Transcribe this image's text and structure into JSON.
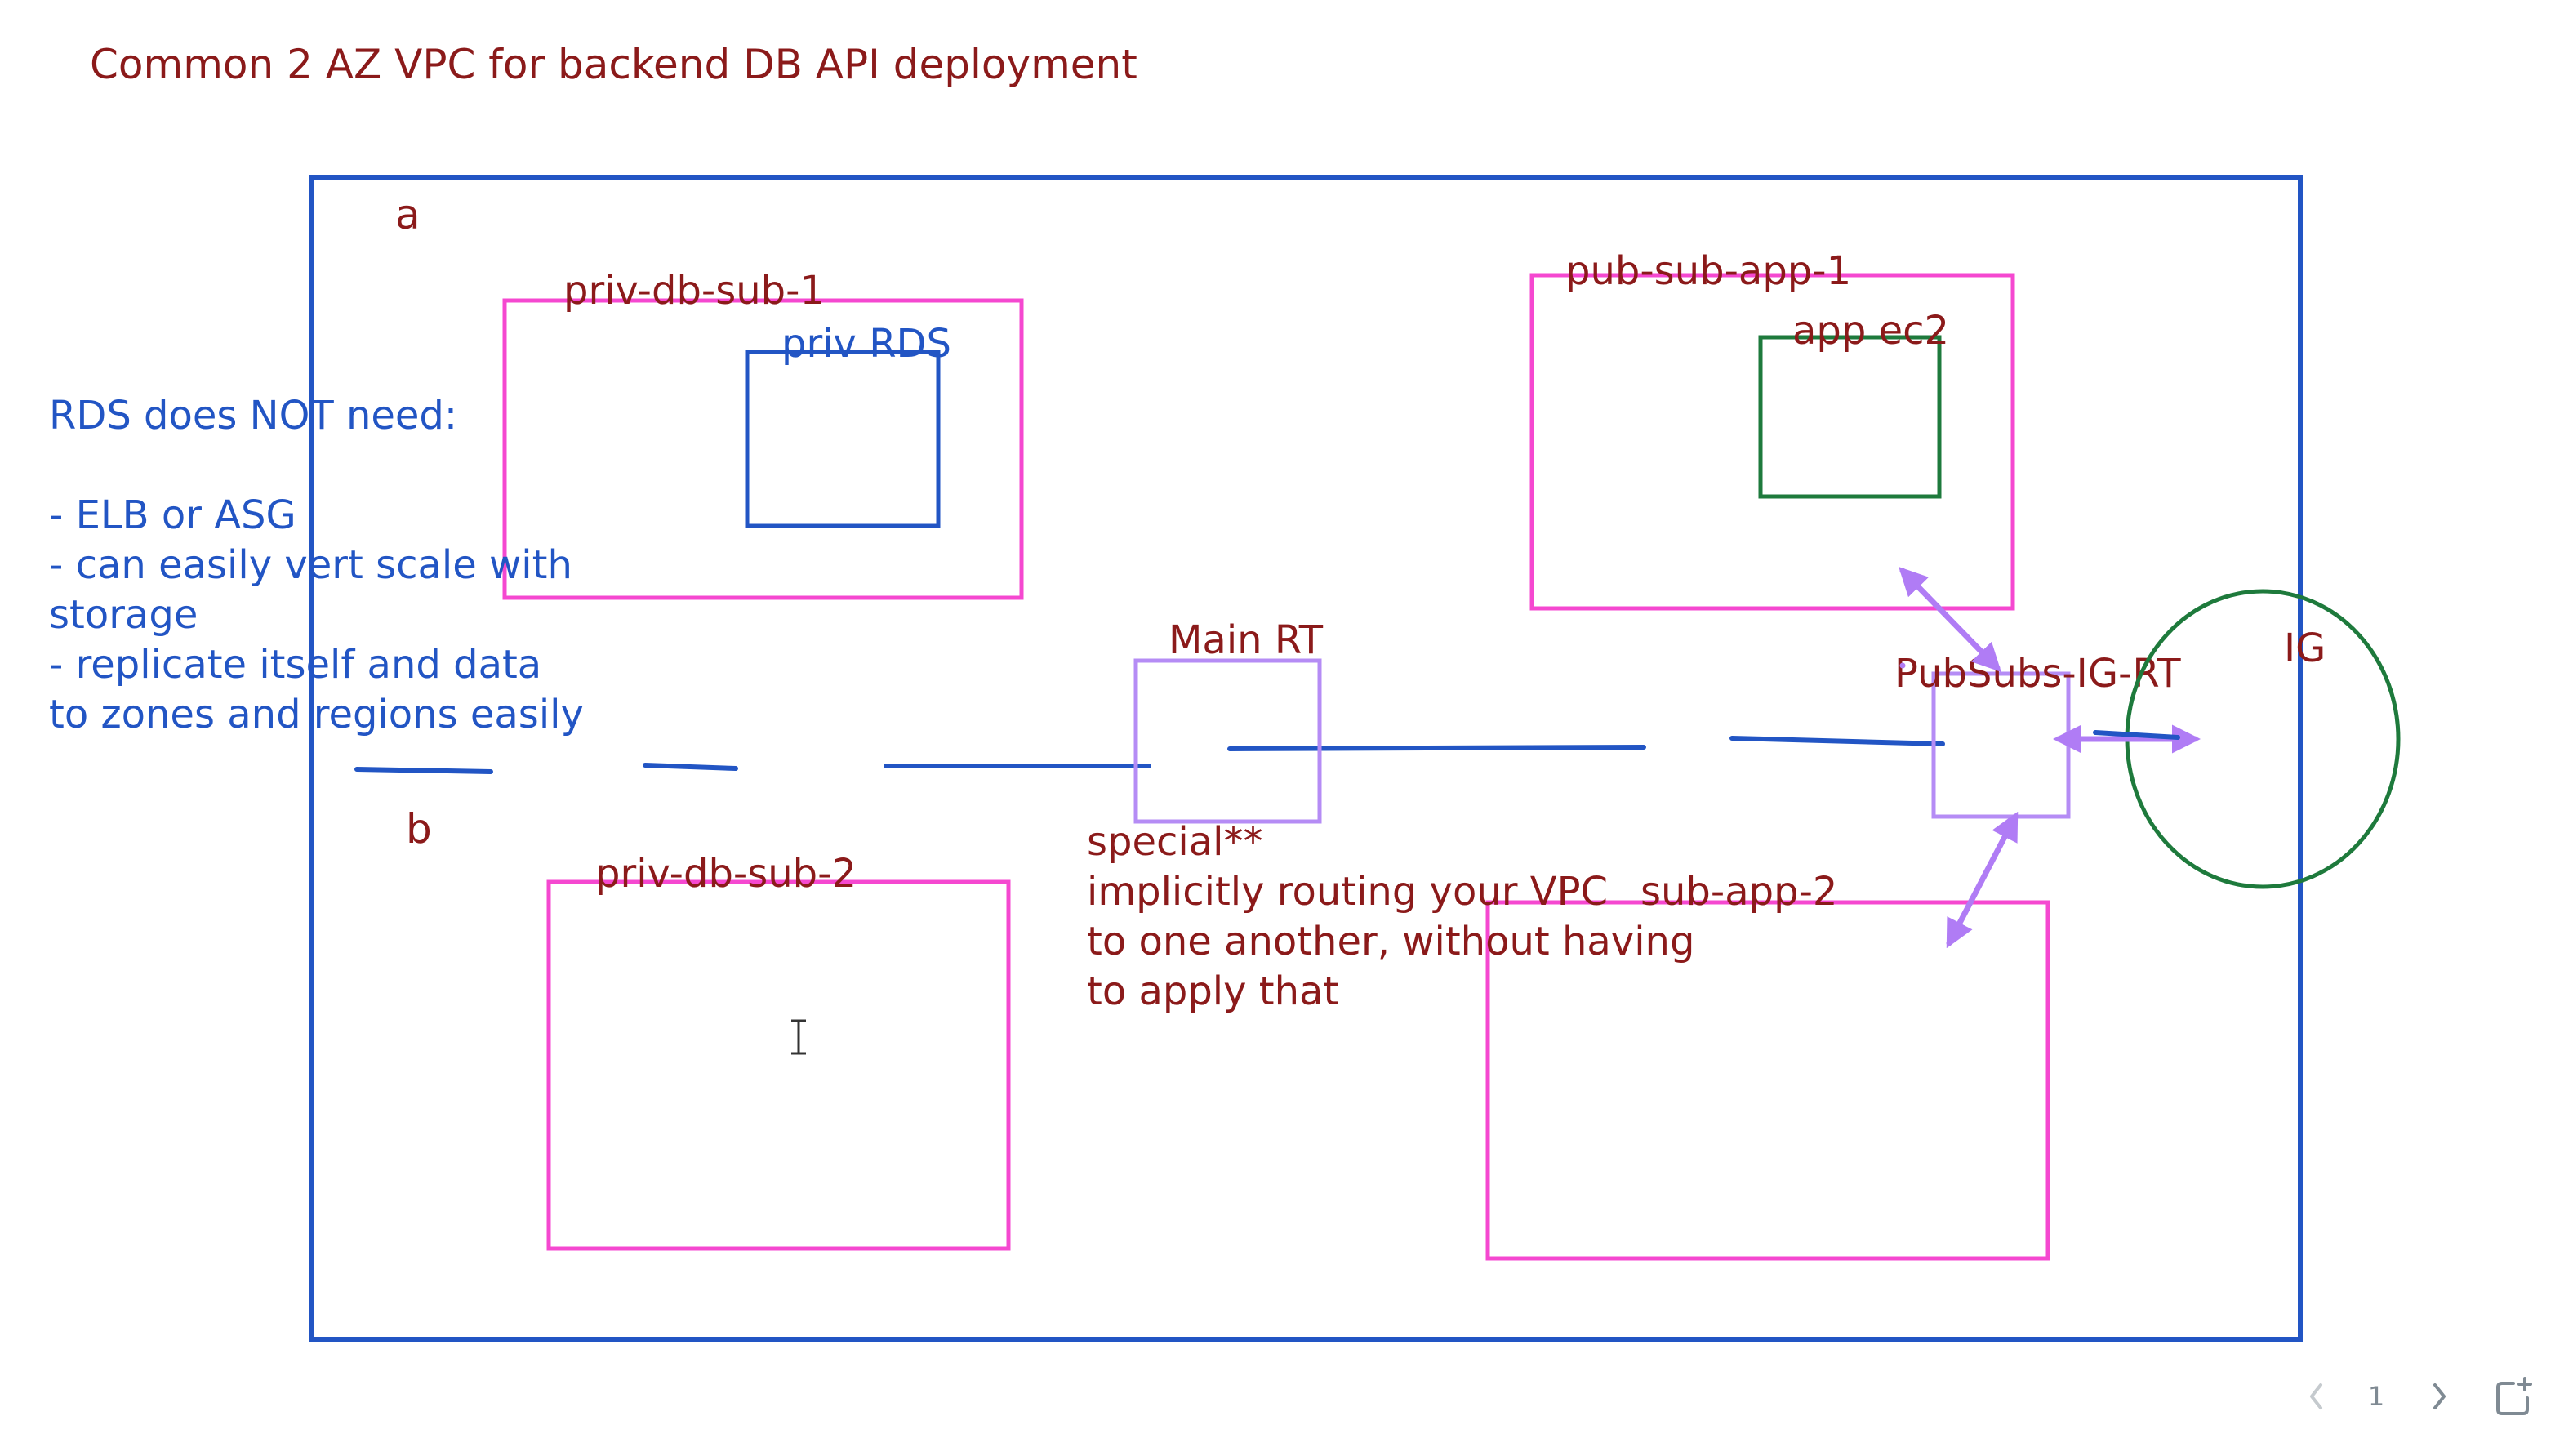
{
  "title": "Common 2 AZ VPC for backend DB API deployment",
  "colors": {
    "ink_dark_red": "#8b1a1a",
    "vpc_blue": "#2255c4",
    "subnet_pink": "#f548d0",
    "route_table_purple": "#b58cf5",
    "ec2_green": "#1e7a3c",
    "arrow_purple": "#b07cf5"
  },
  "zones": {
    "a": "a",
    "b": "b"
  },
  "subnets": {
    "priv_db_sub_1": "priv-db-sub-1",
    "priv_db_sub_2": "priv-db-sub-2",
    "pub_sub_app_1": "pub-sub-app-1",
    "pub_sub_app_2": "sub-app-2"
  },
  "resources": {
    "priv_rds": "priv RDS",
    "app_ec2": "app ec2",
    "main_rt": "Main RT",
    "pubsubs_ig_rt": "PubSubs-IG-RT",
    "ig": "IG"
  },
  "notes": {
    "rds": [
      "RDS does NOT need:",
      "",
      "- ELB or ASG",
      "- can easily vert scale with",
      "storage",
      "- replicate itself and data",
      "to zones and regions easily"
    ],
    "special": [
      "special**",
      "implicitly routing your VPC",
      "to one another, without having",
      "to apply that"
    ]
  },
  "pager": {
    "page": "1"
  }
}
